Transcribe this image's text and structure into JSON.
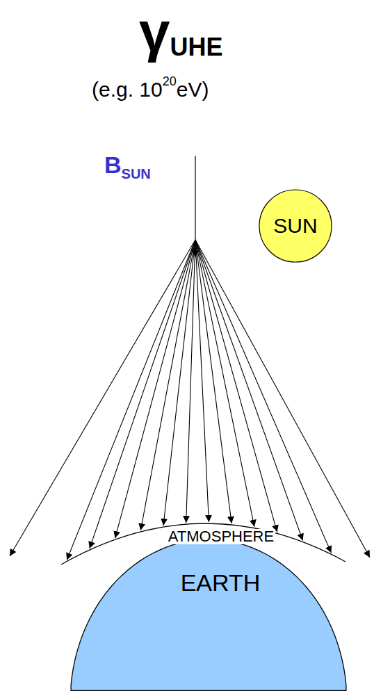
{
  "diagram": {
    "nodes": [
      {
        "text": [
          "SUN"
        ]
      },
      {
        "text": [
          "EARTH"
        ]
      }
    ],
    "labels": [
      "γ",
      "UHE",
      "(e.g. 10",
      "20",
      "eV)",
      "B",
      "SUN",
      "ATMOSPHERE"
    ]
  }
}
